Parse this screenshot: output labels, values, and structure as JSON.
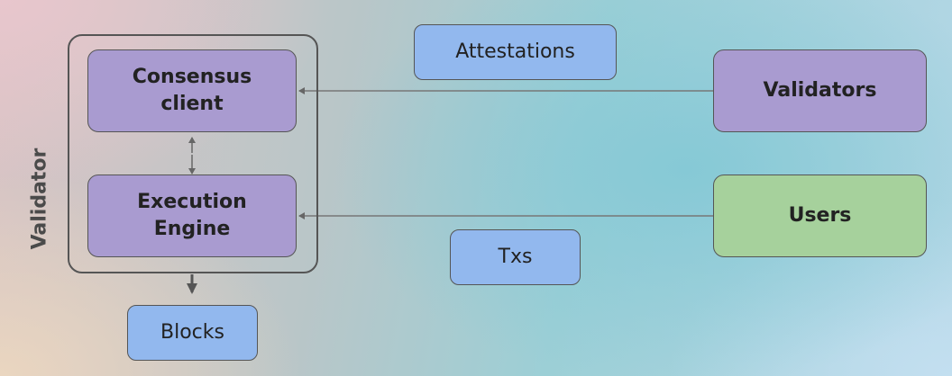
{
  "container": {
    "label": "Validator"
  },
  "nodes": {
    "consensus_client": "Consensus\nclient",
    "execution_engine": "Execution\nEngine",
    "validators": "Validators",
    "users": "Users",
    "attestations": "Attestations",
    "txs": "Txs",
    "blocks": "Blocks"
  },
  "colors": {
    "component_fill": "#a99bd0",
    "users_fill": "#a6d19c",
    "message_fill": "#92b8ee",
    "stroke": "#555555"
  }
}
